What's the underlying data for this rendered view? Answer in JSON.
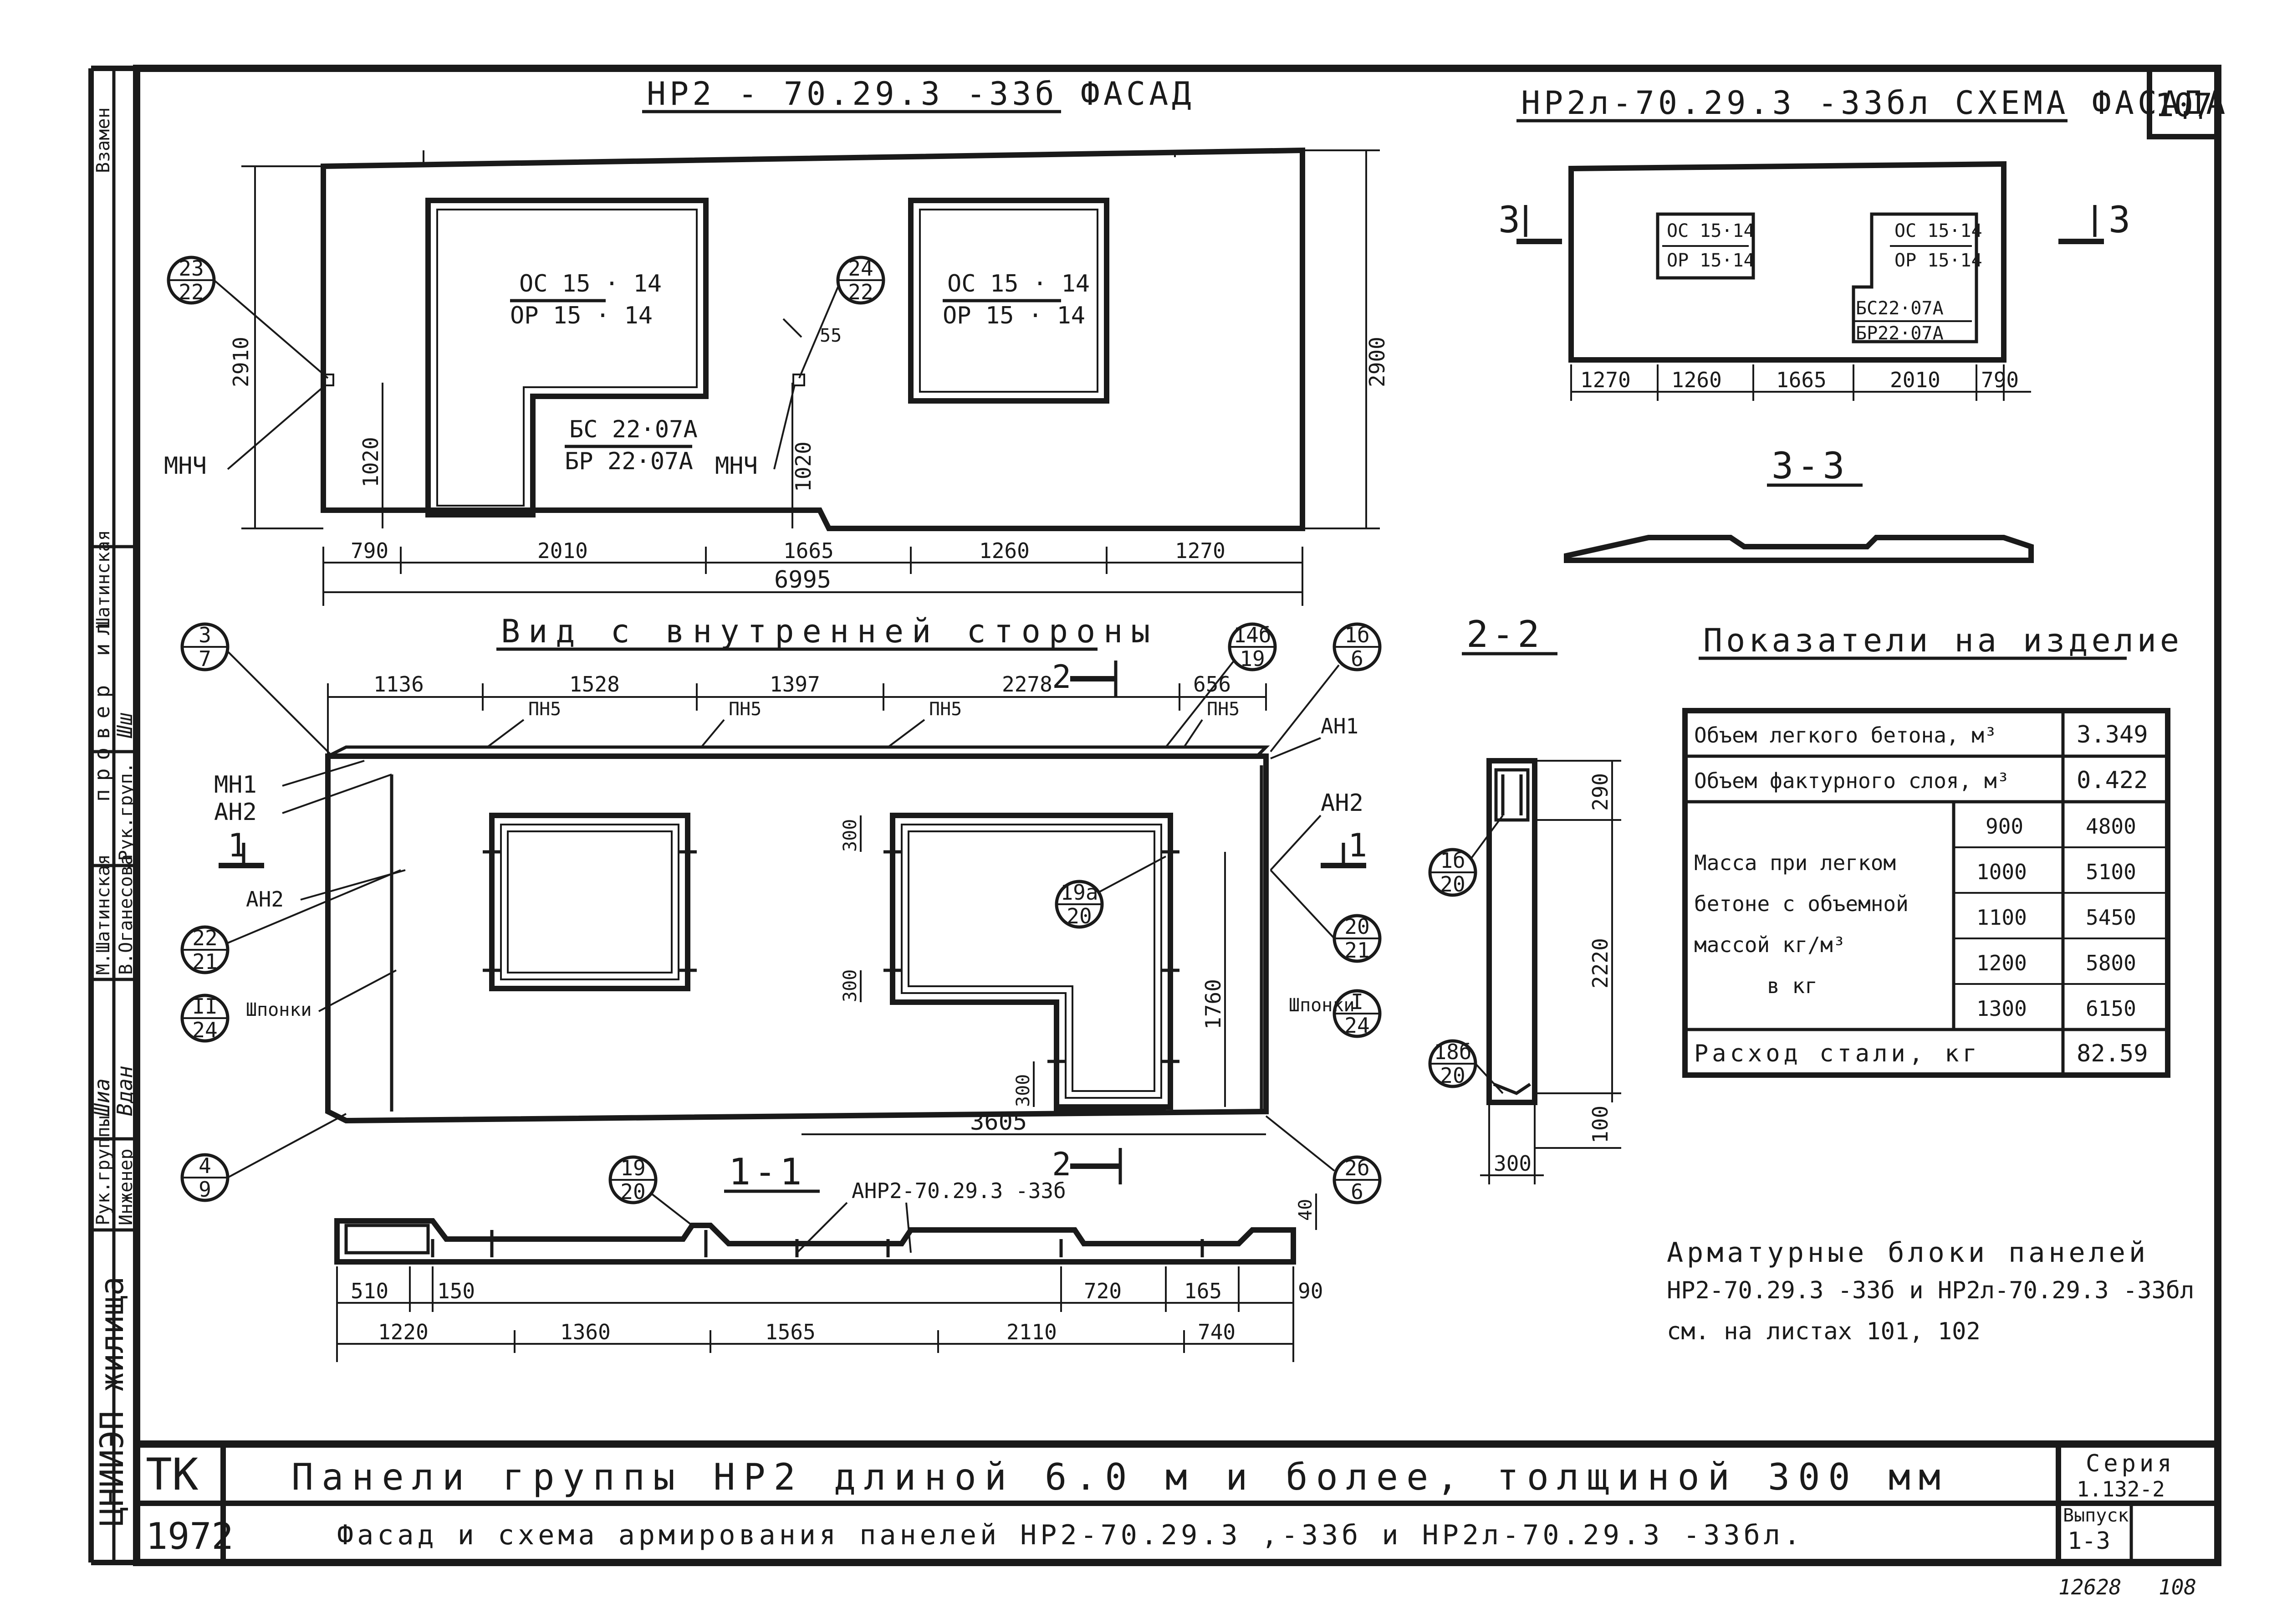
{
  "sheet_no": "107",
  "facade_title": "НР2 - 70.29.3 -33б ФАСАД",
  "scheme_title": "НР2л-70.29.3 -33бл СХЕМА ФАСАДА",
  "window_a": {
    "top": "ОС 15 · 14",
    "bottom": "ОР 15 · 14"
  },
  "window_b": {
    "top": "ОС 15 · 14",
    "bottom": "ОР 15 · 14"
  },
  "door": {
    "top": "БС 22·07А",
    "bottom": "БР 22·07А"
  },
  "scheme_win_a": {
    "top": "ОС 15·14",
    "bottom": "ОР 15·14"
  },
  "scheme_win_b": {
    "top": "ОС 15·14",
    "bottom": "ОР 15·14"
  },
  "scheme_door": {
    "top": "БС22·07А",
    "bottom": "БР22·07А"
  },
  "facade_dims": {
    "height": "2910",
    "height_right": "2900",
    "sill_a": "1020",
    "sill_b": "1020",
    "gap": "55",
    "bottom": [
      "790",
      "2010",
      "1665",
      "1260",
      "1270"
    ],
    "total": "6995"
  },
  "scheme_dims": [
    "1270",
    "1260",
    "1665",
    "2010",
    "790"
  ],
  "callouts_facade": [
    {
      "top": "23",
      "bottom": "22"
    },
    {
      "top": "24",
      "bottom": "22"
    }
  ],
  "mnch_label": "МНЧ",
  "section_33": "3-3",
  "section_mark_left": "3",
  "section_mark_right": "3",
  "inner_view_title": "Вид с внутренней стороны",
  "section_22": "2-2",
  "inner_dims_top": [
    "1136",
    "1528",
    "1397",
    "2278",
    "656"
  ],
  "pn5": "ПН5",
  "labels_left": {
    "mn1": "МН1",
    "an2a": "АН2",
    "an2b": "АН2",
    "shponki": "Шпонки"
  },
  "labels_right": {
    "an1": "АН1",
    "an2": "АН2",
    "shponki": "Шпонки"
  },
  "section_mark_1": "1",
  "section_mark_2": "2",
  "inner_callouts": [
    {
      "top": "3",
      "bottom": "7"
    },
    {
      "top": "22",
      "bottom": "21"
    },
    {
      "top": "II",
      "bottom": "24"
    },
    {
      "top": "4",
      "bottom": "9"
    },
    {
      "top": "14б",
      "bottom": "19"
    },
    {
      "top": "1б",
      "bottom": "6"
    },
    {
      "top": "19а",
      "bottom": "20"
    },
    {
      "top": "20",
      "bottom": "21"
    },
    {
      "top": "I",
      "bottom": "24"
    },
    {
      "top": "2б",
      "bottom": "6"
    },
    {
      "top": "1б",
      "bottom": "20"
    },
    {
      "top": "18б",
      "bottom": "20"
    },
    {
      "top": "19",
      "bottom": "20"
    }
  ],
  "inner_dims": {
    "d300a": "300",
    "d300b": "300",
    "d300c": "300",
    "d1760": "1760",
    "d3605": "3605"
  },
  "section22_dims": {
    "d290": "290",
    "d2220": "2220",
    "d100": "100",
    "d300": "300"
  },
  "section_11": "1-1",
  "anr_label": "АНР2-70.29.3 -33б",
  "section11_dims": {
    "top_row": [
      "510",
      "150",
      "720",
      "165",
      "90"
    ],
    "bottom_row": [
      "1220",
      "1360",
      "1565",
      "2110",
      "740"
    ],
    "d40": "40"
  },
  "indicators_title": "Показатели на изделие",
  "indicators": {
    "volume_light": {
      "label": "Объем легкого бетона, м³",
      "value": "3.349"
    },
    "volume_facing": {
      "label": "Объем фактурного слоя, м³",
      "value": "0.422"
    },
    "mass_label": [
      "Масса при легком",
      "бетоне с объемной",
      "массой кг/м³",
      "в кг"
    ],
    "mass_rows": [
      {
        "density": "900",
        "mass": "4800"
      },
      {
        "density": "1000",
        "mass": "5100"
      },
      {
        "density": "1100",
        "mass": "5450"
      },
      {
        "density": "1200",
        "mass": "5800"
      },
      {
        "density": "1300",
        "mass": "6150"
      }
    ],
    "steel": {
      "label": "Расход стали, кг",
      "value": "82.59"
    }
  },
  "notes": [
    "Арматурные блоки панелей",
    "НР2-70.29.3 -33б и НР2л-70.29.3 -33бл",
    "см. на листах 101, 102"
  ],
  "title_block": {
    "tk": "ТК",
    "year": "1972",
    "line1": "Панели группы НР2 длиной 6.0 м и более, толщиной 300 мм",
    "line2": "Фасад и схема армирования панелей НР2-70.29.3 ,-33б и НР2л-70.29.3 -33бл.",
    "series_label": "Серия",
    "series_value": "1.132-2",
    "issue_label": "Выпуск",
    "issue_value": "1-3",
    "footer_a": "12628",
    "footer_b": "108"
  },
  "side_stamp": {
    "org": "ЦНИИЭП жилища",
    "roles": [
      "Рук.группы",
      "Инженер"
    ],
    "names": [
      "",
      "В.Оганесова"
    ],
    "check": [
      "Рук.груп.",
      "М.Шатинская"
    ],
    "vertical": [
      "провер ил",
      "Шатинская",
      "Взамен"
    ]
  },
  "sign_marks": [
    "Шиа",
    "Вдан",
    "Шш"
  ]
}
